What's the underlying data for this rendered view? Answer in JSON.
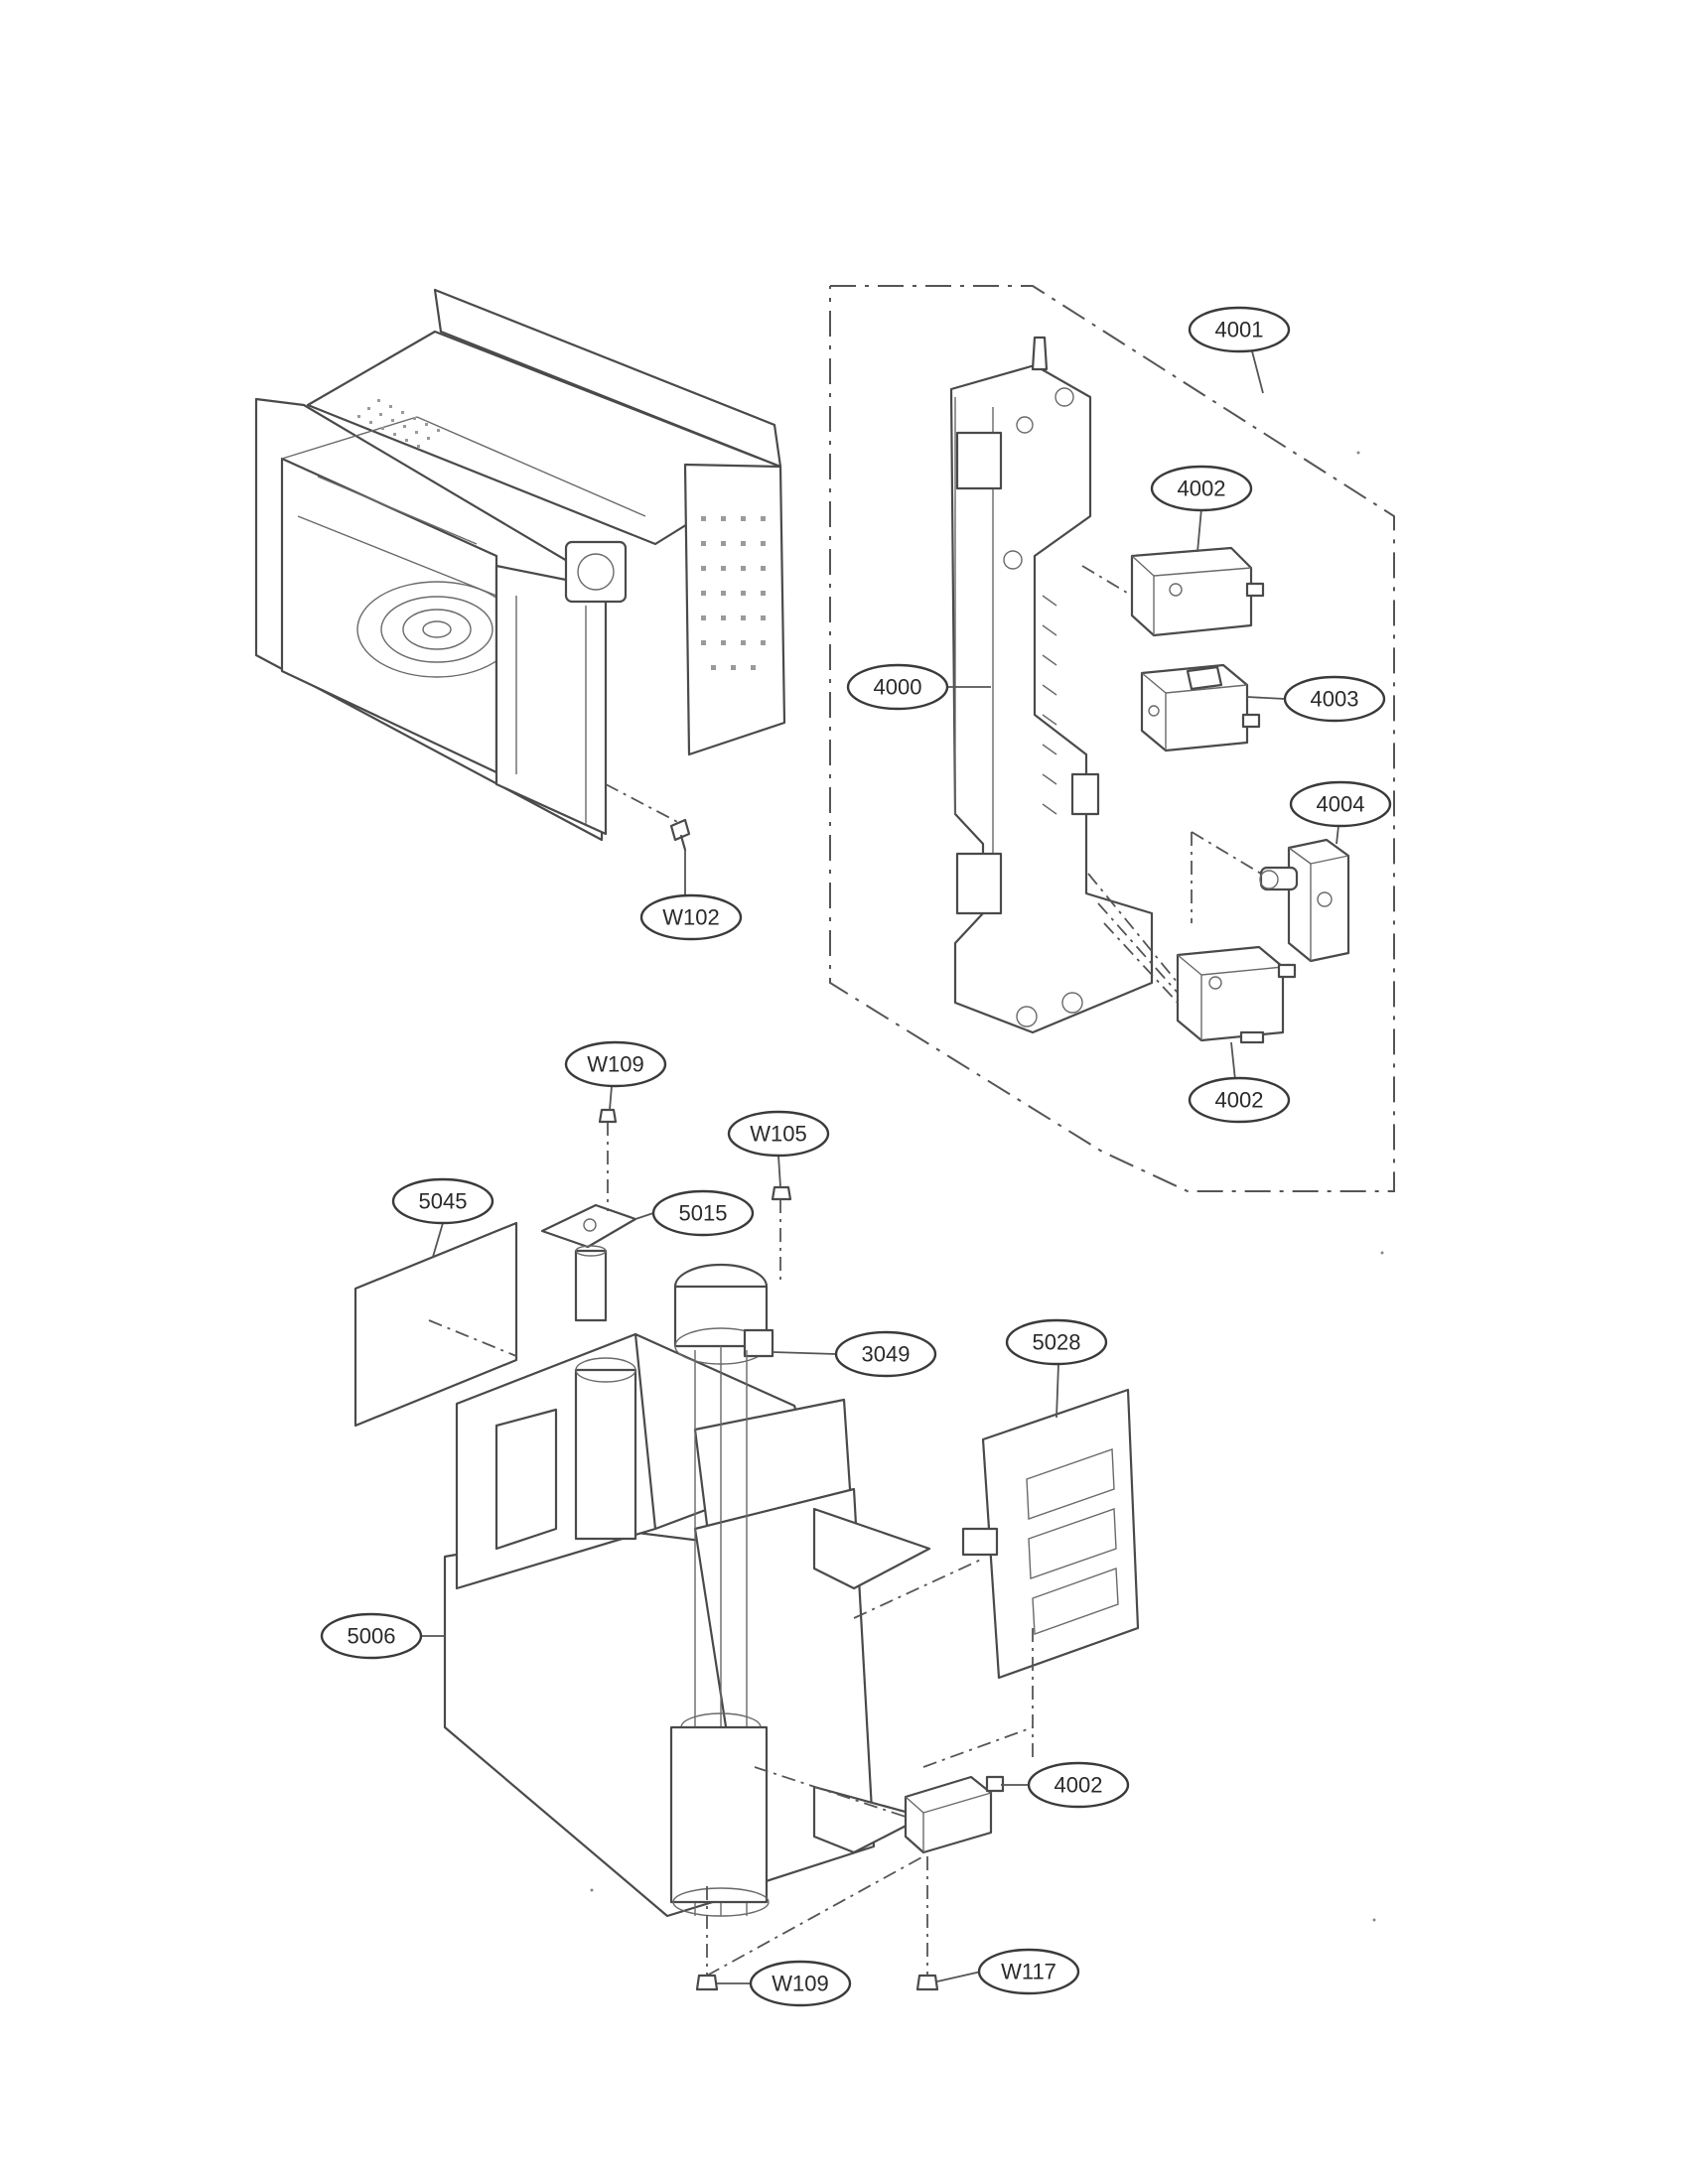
{
  "diagram": {
    "callouts": [
      {
        "id": "4001",
        "text": "4001"
      },
      {
        "id": "4002a",
        "text": "4002"
      },
      {
        "id": "4000",
        "text": "4000"
      },
      {
        "id": "4003",
        "text": "4003"
      },
      {
        "id": "4004",
        "text": "4004"
      },
      {
        "id": "4002b",
        "text": "4002"
      },
      {
        "id": "W102",
        "text": "W102"
      },
      {
        "id": "W109a",
        "text": "W109"
      },
      {
        "id": "W105",
        "text": "W105"
      },
      {
        "id": "5045",
        "text": "5045"
      },
      {
        "id": "5015",
        "text": "5015"
      },
      {
        "id": "3049",
        "text": "3049"
      },
      {
        "id": "5028",
        "text": "5028"
      },
      {
        "id": "5006",
        "text": "5006"
      },
      {
        "id": "4002c",
        "text": "4002"
      },
      {
        "id": "W109b",
        "text": "W109"
      },
      {
        "id": "W117",
        "text": "W117"
      }
    ]
  }
}
